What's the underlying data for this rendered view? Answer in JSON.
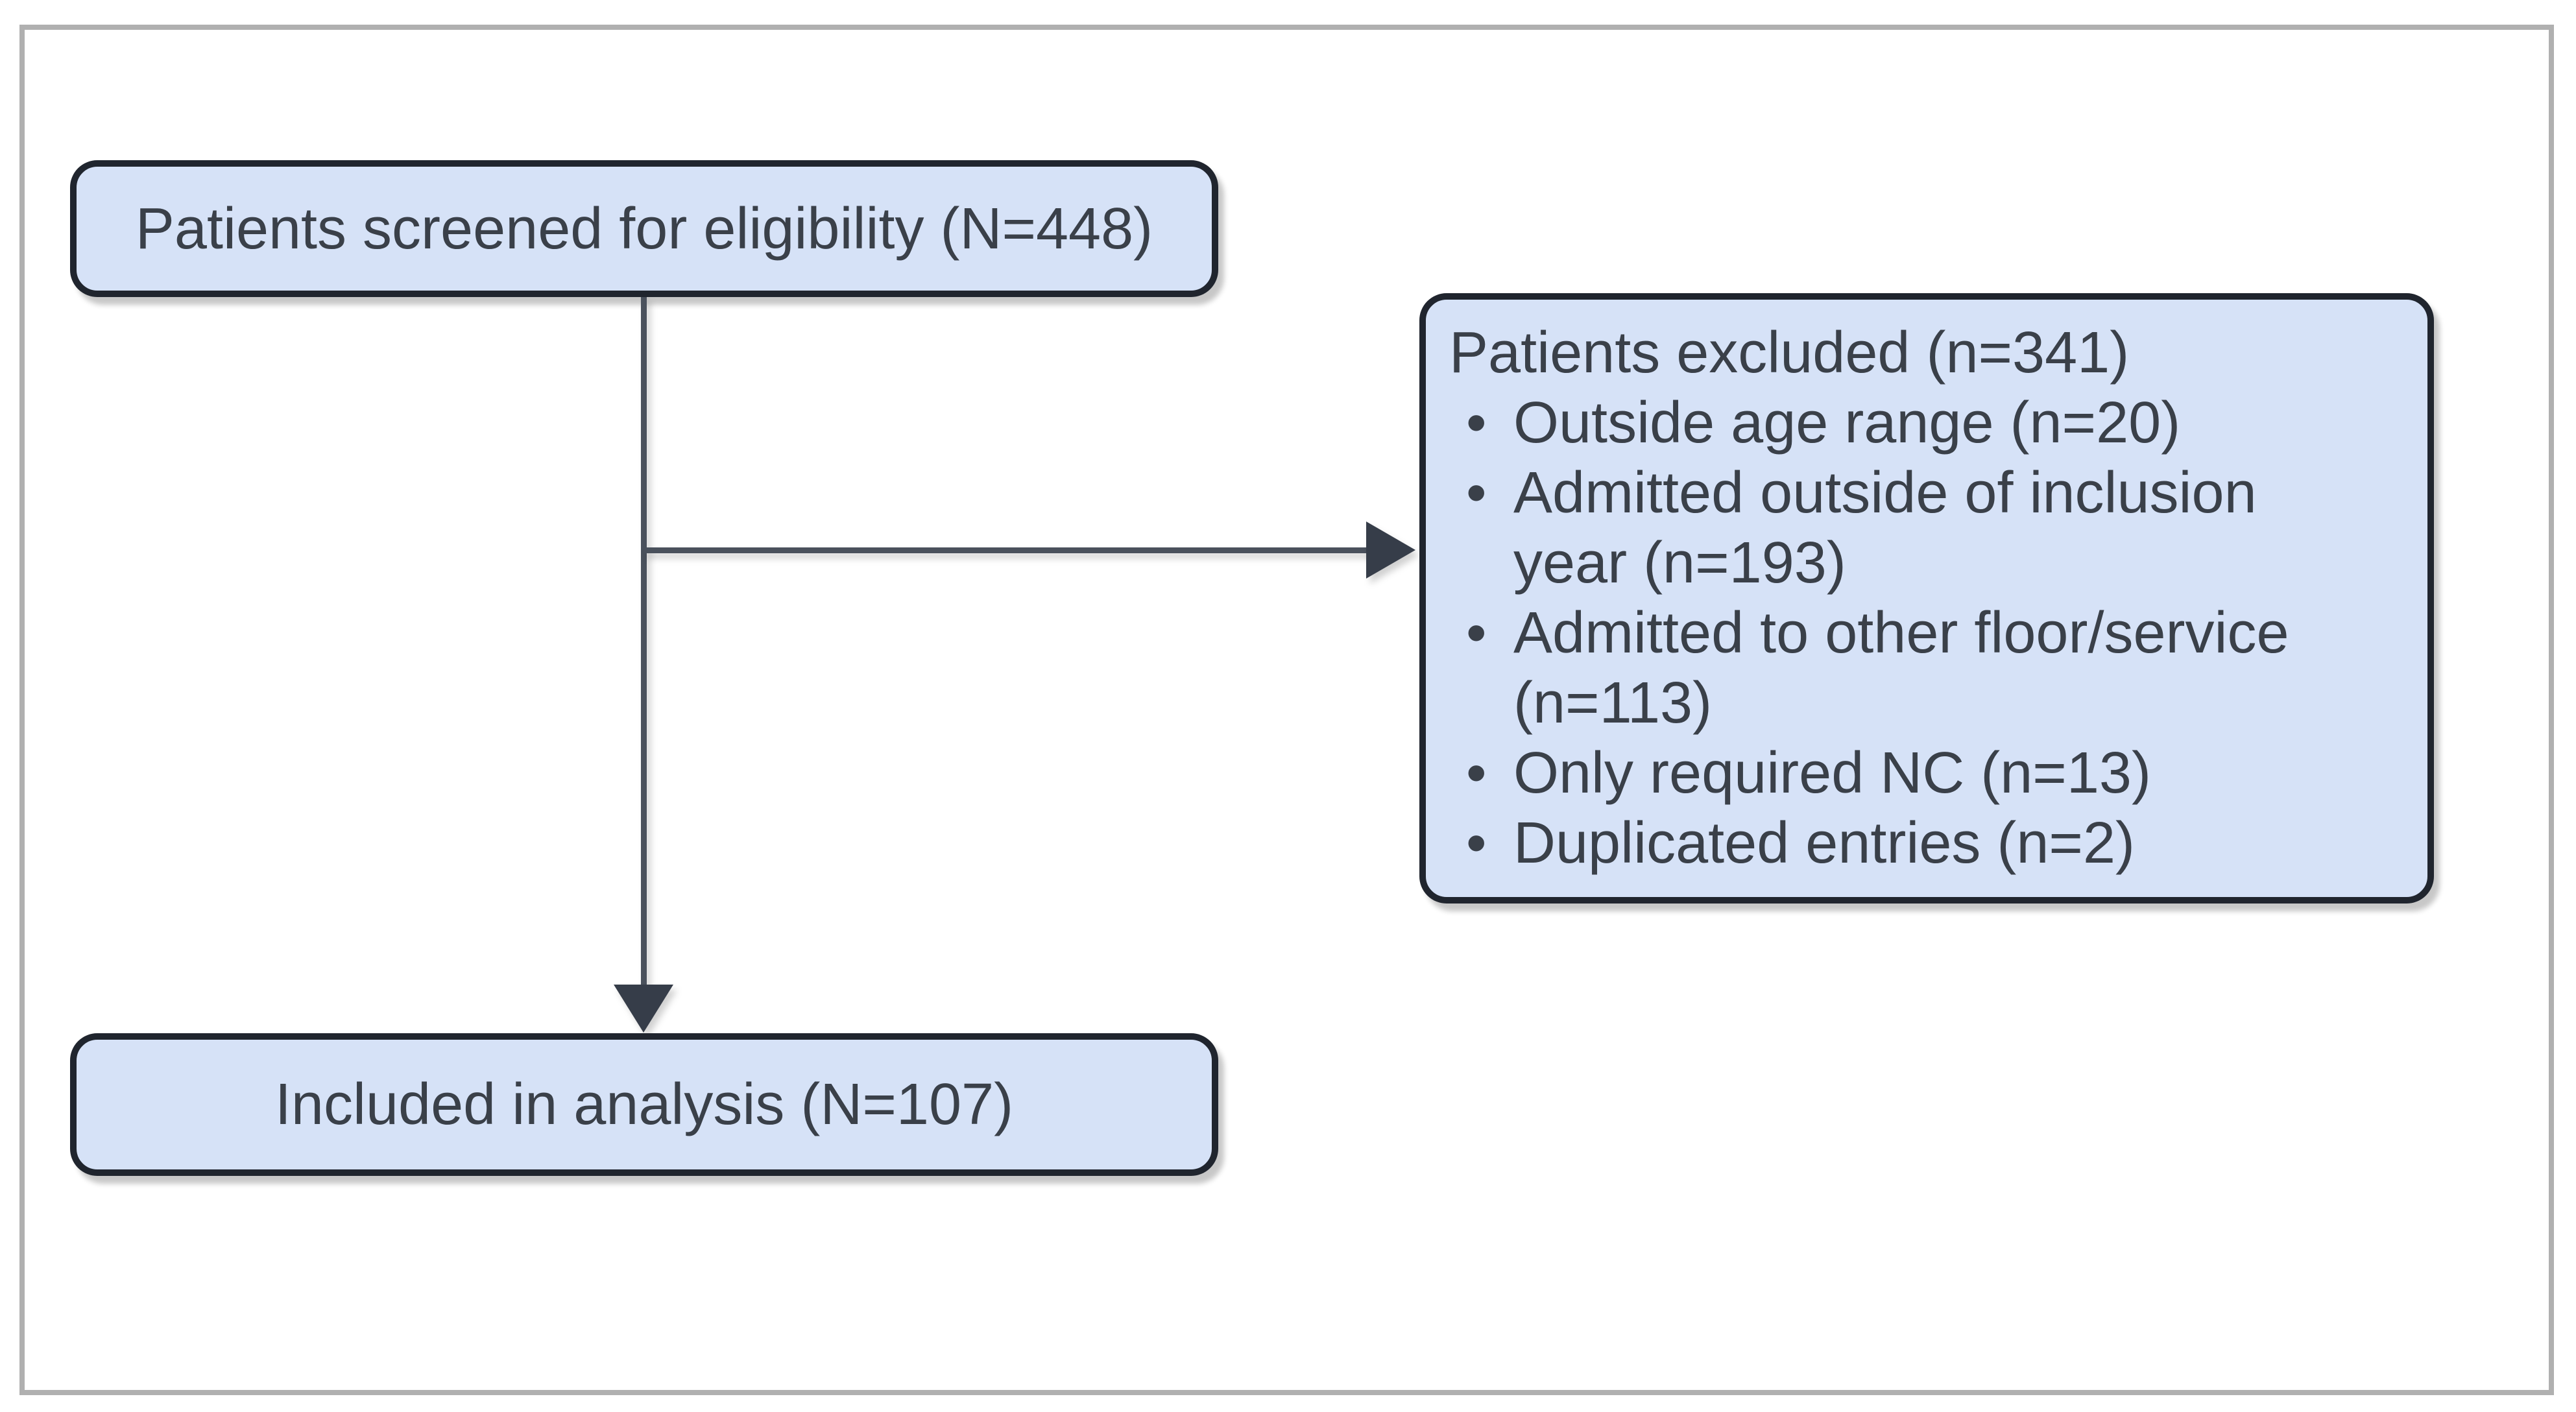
{
  "diagram": {
    "screened_box": {
      "label": "Patients screened for eligibility (N=448)"
    },
    "excluded_box": {
      "title": "Patients excluded (n=341)",
      "items": [
        "Outside age range (n=20)",
        "Admitted outside of inclusion year (n=193)",
        "Admitted to other floor/service (n=113)",
        "Only required NC (n=13)",
        "Duplicated entries (n=2)"
      ]
    },
    "included_box": {
      "label": "Included in analysis (N=107)"
    },
    "colors": {
      "box_fill": "#d6e2f7",
      "box_border": "#20252e",
      "connector": "#4a515c",
      "arrowhead": "#363d49",
      "text": "#3a4049",
      "frame_border": "#b0b0b0",
      "background": "#ffffff"
    }
  }
}
